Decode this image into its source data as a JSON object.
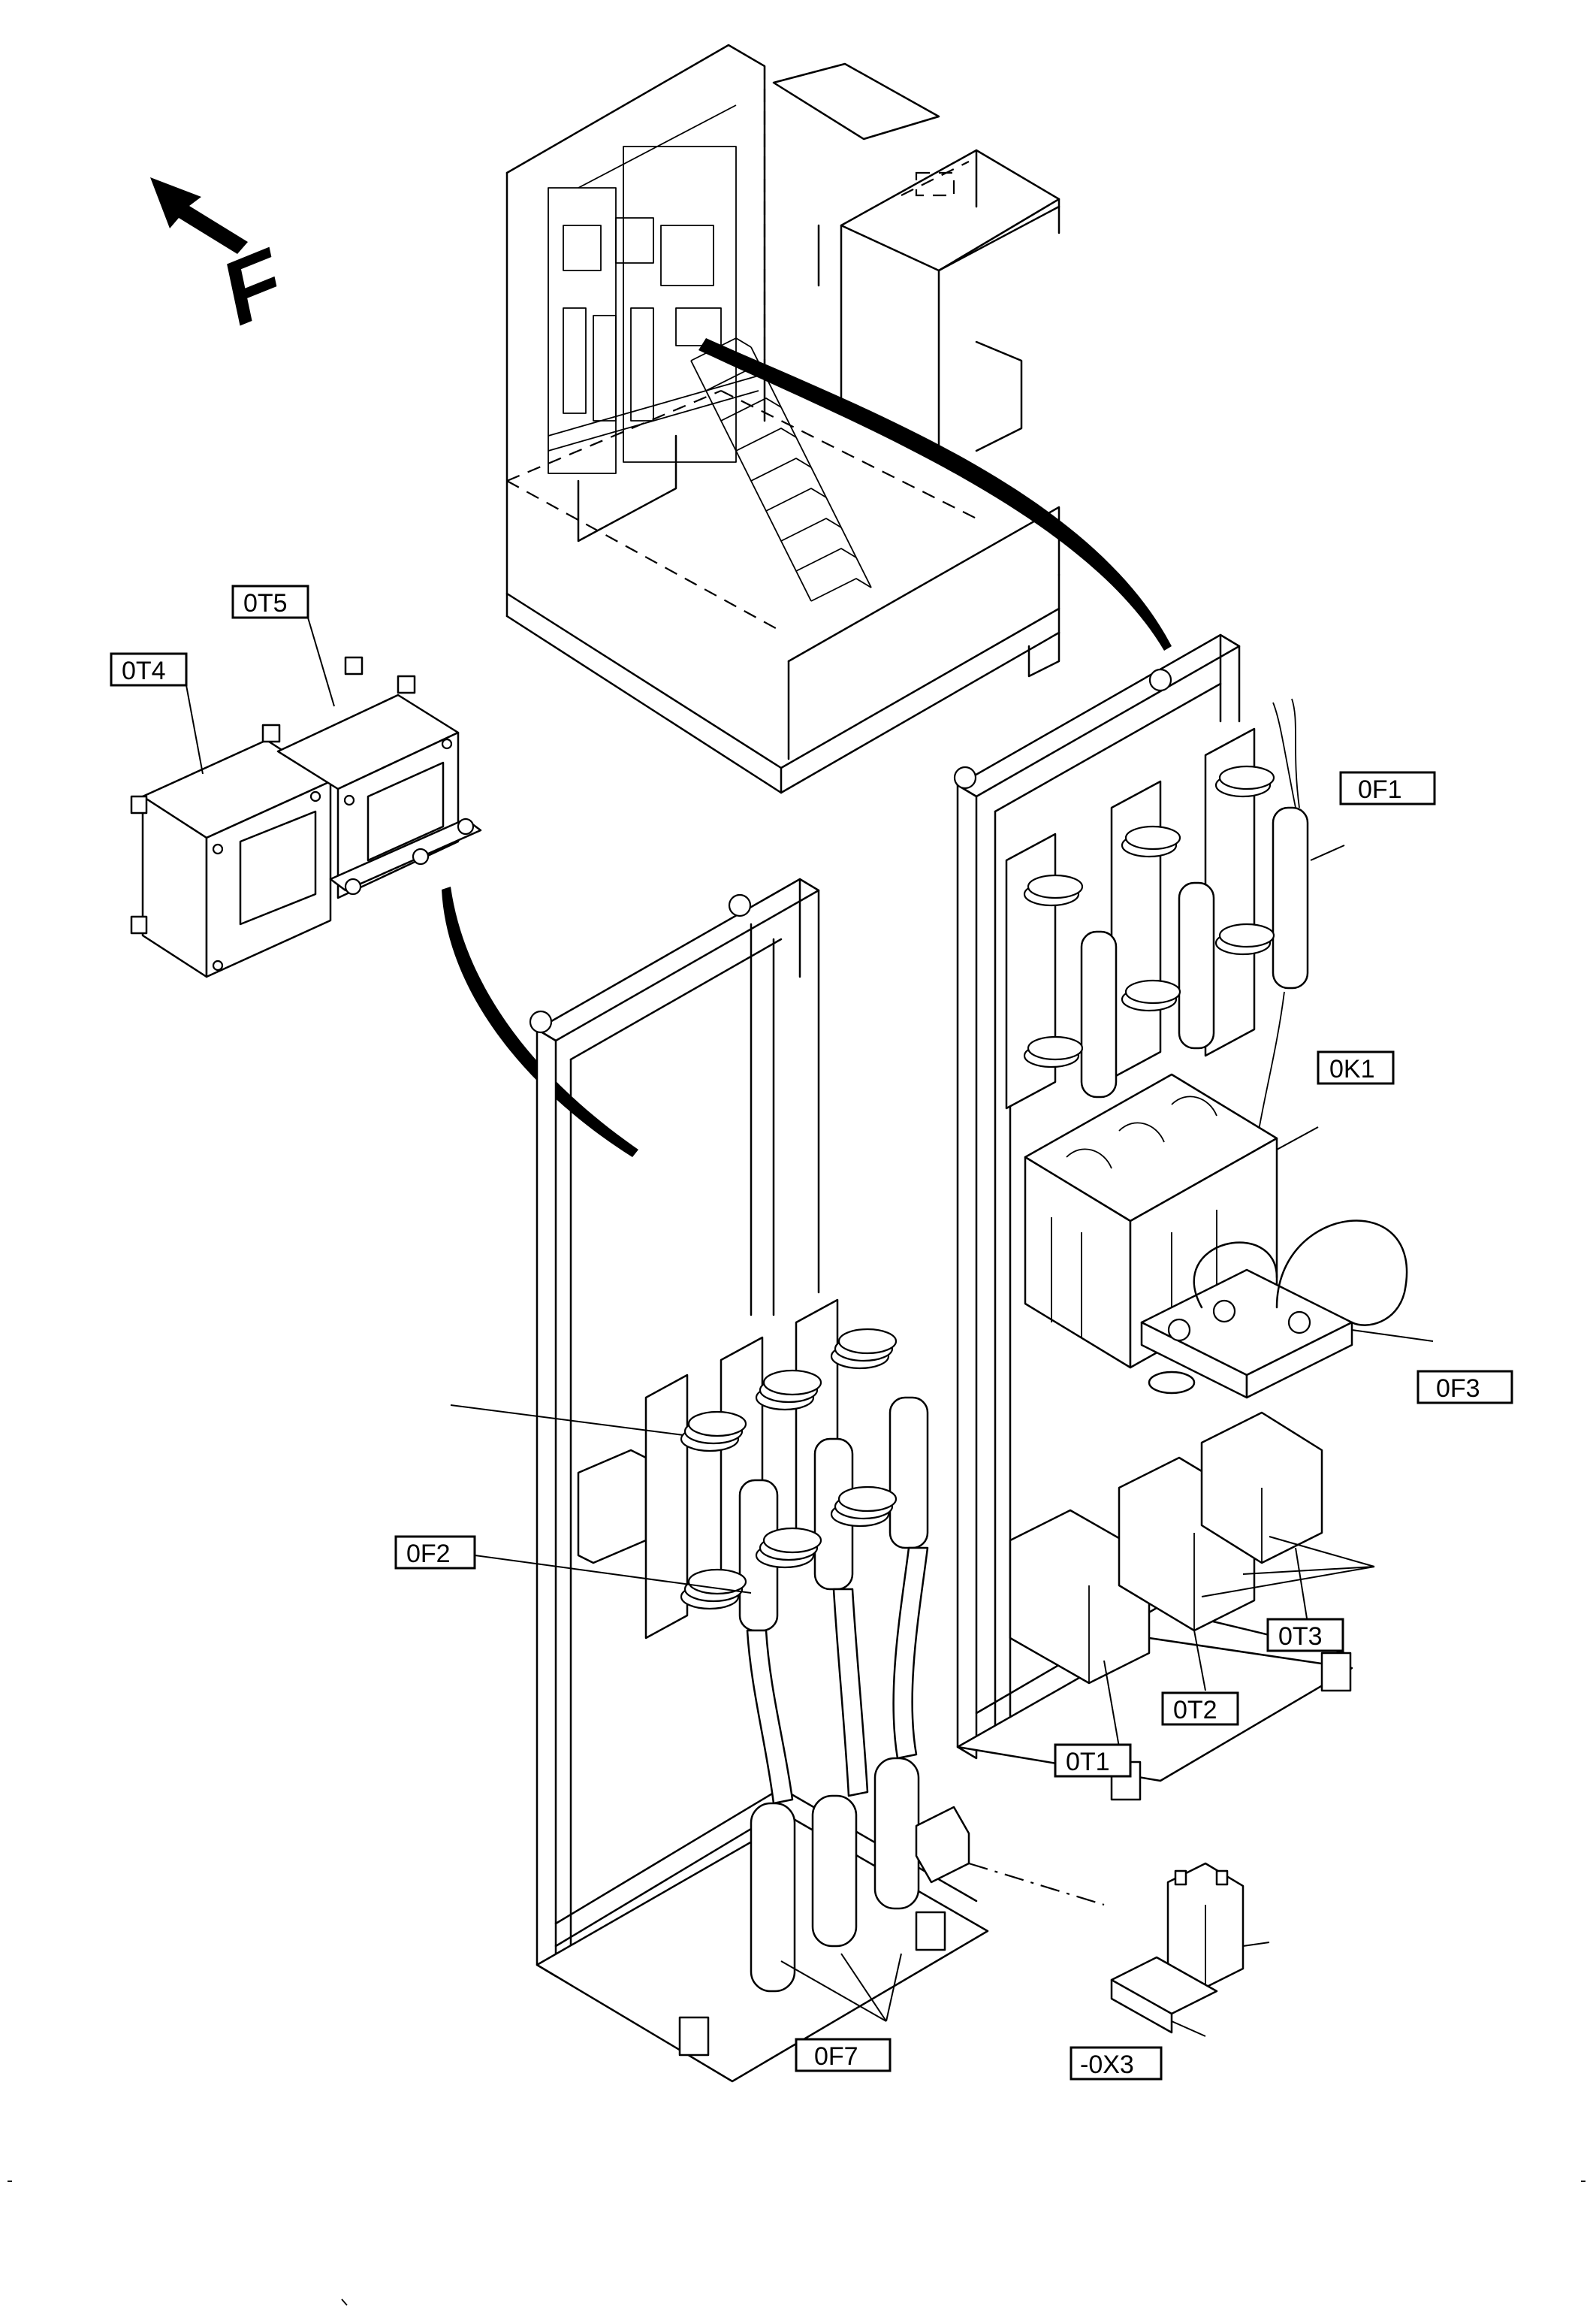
{
  "diagram": {
    "orientation_marker": "F",
    "labels": {
      "ot5": "0T5",
      "ot4": "0T4",
      "of1": "0F1",
      "ok1": "0K1",
      "of3": "0F3",
      "of2": "0F2",
      "ot3": "0T3",
      "ot2": "0T2",
      "ot1": "0T1",
      "of7": "0F7",
      "ox3": "-0X3"
    }
  }
}
